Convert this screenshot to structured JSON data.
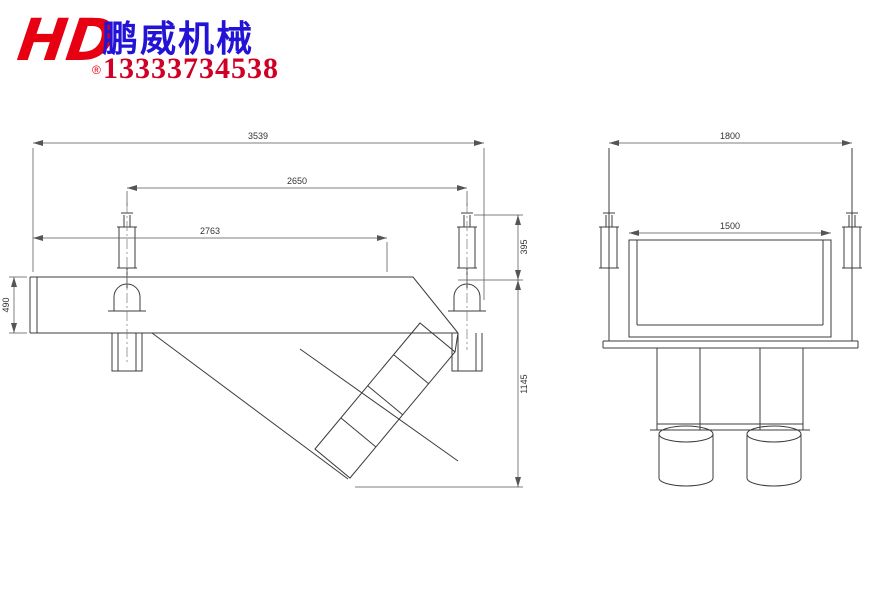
{
  "header": {
    "logo_text": "HD",
    "registered_mark": "®",
    "brand_name": "鹏威机械",
    "phone_number": "13333734538"
  },
  "drawing": {
    "side_view": {
      "dim_overall_length": "3539",
      "dim_spring_center_span": "2650",
      "dim_trough_length": "2763",
      "dim_trough_height": "490",
      "dim_discharge_end_height": "395",
      "dim_discharge_drop": "1145"
    },
    "end_view": {
      "dim_overall_width": "1800",
      "dim_trough_width": "1500"
    }
  },
  "colors": {
    "logo_red": "#e60012",
    "brand_blue": "#2213d6",
    "phone_red": "#cf0025",
    "line": "#3c3c3c"
  }
}
